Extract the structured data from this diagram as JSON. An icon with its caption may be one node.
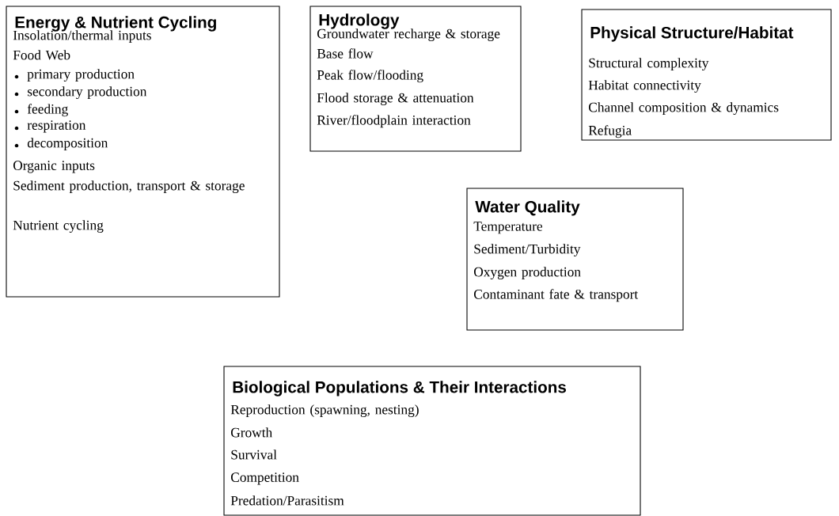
{
  "diagram": {
    "nodes": [
      {
        "text": [
          "Energy & Nutrient Cycling",
          "Insolation/thermal inputs",
          "Food Web",
          "primary production",
          "secondary production",
          "feeding",
          "respiration",
          "decomposition",
          "Organic inputs",
          "Sediment production, transport & storage",
          "Nutrient cycling"
        ]
      },
      {
        "text": [
          "Hydrology",
          "Groundwater recharge & storage",
          "Base flow",
          "Peak flow/flooding",
          "Flood storage & attenuation",
          "River/floodplain interaction"
        ]
      },
      {
        "text": [
          "Physical Structure/Habitat",
          "Structural complexity",
          "Habitat connectivity",
          "Channel composition & dynamics",
          "Refugia"
        ]
      },
      {
        "text": [
          "Water Quality",
          "Temperature",
          "Sediment/Turbidity",
          "Oxygen production",
          "Contaminant fate & transport"
        ]
      },
      {
        "text": [
          "Biological Populations & Their Interactions",
          "Reproduction (spawning, nesting)",
          "Growth",
          "Survival",
          "Competition",
          "Predation/Parasitism"
        ]
      }
    ]
  }
}
